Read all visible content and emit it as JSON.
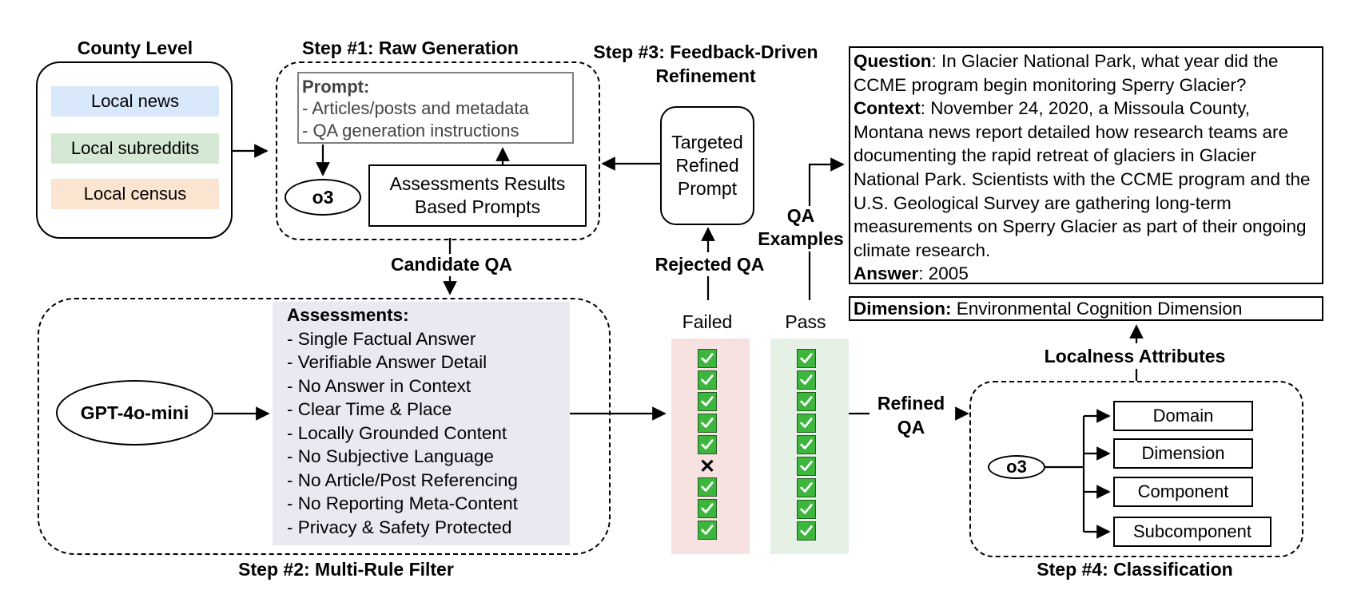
{
  "county": {
    "title": "County Level",
    "items": [
      {
        "label": "Local news",
        "color": "#dae8fc"
      },
      {
        "label": "Local subreddits",
        "color": "#d5e8d4"
      },
      {
        "label": "Local census",
        "color": "#fce5d0"
      }
    ]
  },
  "step1": {
    "title": "Step #1: Raw Generation",
    "prompt_title": "Prompt:",
    "prompt_lines": [
      "- Articles/posts and metadata",
      "- QA generation instructions"
    ],
    "model": "o3",
    "assessments_box": "Assessments Results Based Prompts"
  },
  "step3": {
    "title_line1": "Step #3: Feedback-Driven",
    "title_line2": "Refinement",
    "box": "Targeted Refined Prompt",
    "rejected": "Rejected QA",
    "qa_examples": "QA Examples"
  },
  "candidate_qa": "Candidate QA",
  "step2": {
    "title": "Step #2: Multi-Rule Filter",
    "model": "GPT-4o-mini",
    "assess_title": "Assessments:",
    "rules": [
      "- Single Factual Answer",
      "- Verifiable Answer Detail",
      "- No Answer in Context",
      "- Clear Time & Place",
      "- Locally Grounded Content",
      "- No Subjective Language",
      "- No Article/Post Referencing",
      "- No Reporting Meta-Content",
      "- Privacy & Safety Protected"
    ],
    "assess_bg": "#ece8f2"
  },
  "filter": {
    "failed_label": "Failed",
    "pass_label": "Pass",
    "failed_bg": "#f8e1e1",
    "pass_bg": "#e5f1e5",
    "fail_mark": "✕",
    "check_color": "#3db63d"
  },
  "refined_qa": "Refined QA",
  "example": {
    "question_key": "Question",
    "question": ": In Glacier National Park, what year did the CCME program begin monitoring Sperry Glacier?",
    "context_key": "Context",
    "context": ": November 24, 2020, a Missoula County, Montana news report detailed how research teams are documenting the rapid retreat of glaciers in Glacier National Park. Scientists with the CCME program and the U.S. Geological Survey are gathering long-term measurements on Sperry Glacier as part of their ongoing climate research.",
    "answer_key": "Answer",
    "answer": ": 2005",
    "dimension_key": "Dimension:",
    "dimension": " Environmental Cognition Dimension"
  },
  "localness": "Localness Attributes",
  "step4": {
    "title": "Step #4: Classification",
    "model": "o3",
    "attributes": [
      "Domain",
      "Dimension",
      "Component",
      "Subcomponent"
    ]
  }
}
